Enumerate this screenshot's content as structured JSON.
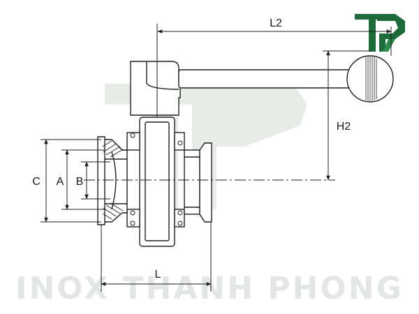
{
  "watermark": {
    "text": "INOX THANH PHONG",
    "logo_letters": "TP"
  },
  "colors": {
    "line": "#1f1f1f",
    "accent_green": "#1d6b3a",
    "watermark_green": "#dfe8df"
  },
  "labels": {
    "L2": "L2",
    "H2": "H2",
    "C": "C",
    "A": "A",
    "B": "B",
    "L": "L"
  }
}
